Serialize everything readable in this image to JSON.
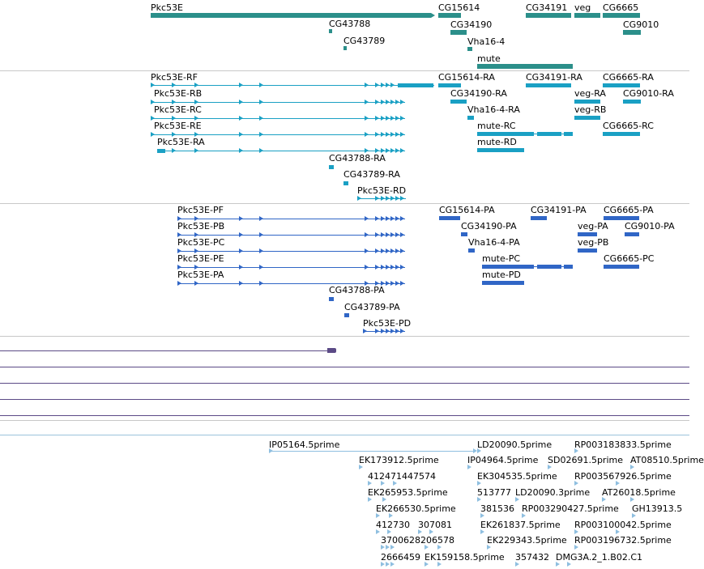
{
  "colors": {
    "gene": "#2b8f8a",
    "transcript": "#1aa0c4",
    "protein": "#3066c6",
    "est": "#8fbfe0",
    "track_line": "#5b4a86",
    "separator": "#c8c8c8"
  },
  "gene_track": {
    "labels": [
      "Pkc53E",
      "CG15614",
      "CG34191",
      "veg",
      "CG6665",
      "CG43788",
      "CG34190",
      "CG9010",
      "CG43789",
      "Vha16-4",
      "mute"
    ]
  },
  "transcript_track": {
    "labels": [
      "Pkc53E-RF",
      "CG15614-RA",
      "CG34191-RA",
      "CG6665-RA",
      "Pkc53E-RB",
      "CG34190-RA",
      "veg-RA",
      "CG9010-RA",
      "Pkc53E-RC",
      "Vha16-4-RA",
      "veg-RB",
      "Pkc53E-RE",
      "mute-RC",
      "CG6665-RC",
      "Pkc53E-RA",
      "mute-RD",
      "CG43788-RA",
      "CG43789-RA",
      "Pkc53E-RD"
    ]
  },
  "protein_track": {
    "labels": [
      "Pkc53E-PF",
      "CG15614-PA",
      "CG34191-PA",
      "CG6665-PA",
      "Pkc53E-PB",
      "CG34190-PA",
      "veg-PA",
      "CG9010-PA",
      "Pkc53E-PC",
      "Vha16-4-PA",
      "veg-PB",
      "Pkc53E-PE",
      "mute-PC",
      "CG6665-PC",
      "Pkc53E-PA",
      "mute-PD",
      "CG43788-PA",
      "CG43789-PA",
      "Pkc53E-PD"
    ]
  },
  "est_track": {
    "labels": [
      "IP05164.5prime",
      "LD20090.5prime",
      "RP003183833.5prime",
      "EK173912.5prime",
      "IP04964.5prime",
      "SD02691.5prime",
      "AT08510.5prime",
      "412471447574",
      "EK304535.5prime",
      "RP003567926.5prime",
      "EK265953.5prime",
      "513777",
      "LD20090.3prime",
      "AT26018.5prime",
      "EK266530.5prime",
      "381536",
      "RP003290427.5prime",
      "GH13913.5",
      "412730",
      "307081",
      "EK261837.5prime",
      "RP003100042.5prime",
      "3700628206578",
      "EK229343.5prime",
      "RP003196732.5prime",
      "2666459",
      "EK159158.5prime",
      "357432",
      "DMG3A.2_1.B02.C1"
    ]
  }
}
